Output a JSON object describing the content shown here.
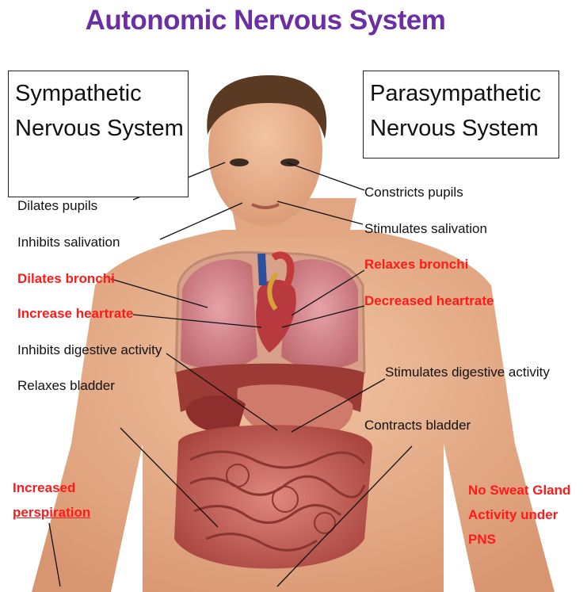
{
  "title": "Autonomic Nervous System",
  "boxes": {
    "sympathetic": {
      "line1": "Sympathetic",
      "line2": "Nervous System"
    },
    "parasympathetic": {
      "line1": "Parasympathetic",
      "line2": "Nervous System"
    }
  },
  "sympathetic_labels": {
    "pupils": "Dilates pupils",
    "salivation": "Inhibits salivation",
    "bronchi": "Dilates bronchi",
    "heartrate": "Increase heartrate",
    "digestive": "Inhibits digestive activity",
    "bladder": "Relaxes bladder",
    "perspiration_line1": "Increased",
    "perspiration_line2": "perspiration"
  },
  "parasympathetic_labels": {
    "pupils": "Constricts pupils",
    "salivation": "Stimulates salivation",
    "bronchi": "Relaxes bronchi",
    "heartrate": "Decreased heartrate",
    "digestive": "Stimulates digestive activity",
    "bladder": "Contracts bladder",
    "sweat_line1": "No Sweat Gland",
    "sweat_line2": "Activity under",
    "sweat_line3": "PNS"
  },
  "colors": {
    "title": "#6b2fa3",
    "highlight": "#ff1a1a",
    "skin": "#e8b08a",
    "organ": "#c9575a",
    "lung": "#d98a8f"
  }
}
